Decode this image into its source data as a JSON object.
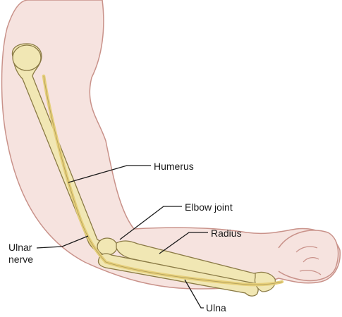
{
  "labels": {
    "humerus": "Humerus",
    "elbow_joint": "Elbow joint",
    "radius": "Radius",
    "ulnar_nerve_line1": "Ulnar",
    "ulnar_nerve_line2": "nerve",
    "ulna": "Ulna"
  },
  "colors": {
    "skin": "#f6e3df",
    "skin_outline": "#c9928a",
    "bone": "#f1e7b4",
    "bone_outline": "#8a7a45",
    "nerve": "#e6cf7a",
    "leader_line": "#1a1a1a"
  }
}
